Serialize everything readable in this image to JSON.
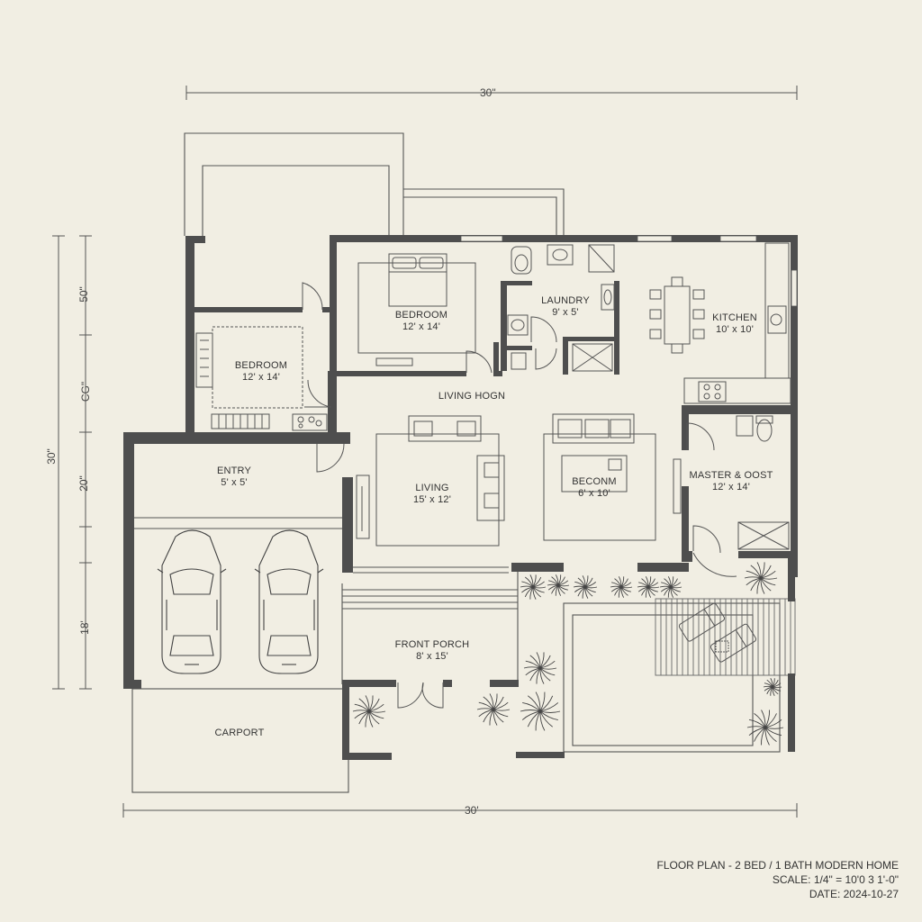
{
  "dimensions": {
    "top": "30\"",
    "bottom": "30'",
    "left_overall": "30\"",
    "left_segments": [
      "50\"",
      "CG\"",
      "20\"",
      "18'"
    ]
  },
  "rooms": {
    "bedroom_upper": {
      "name": "BEDROOM",
      "size": "12' x 14'"
    },
    "laundry": {
      "name": "LAUNDRY",
      "size": "9' x 5'"
    },
    "kitchen": {
      "name": "KITCHEN",
      "size": "10' x 10'"
    },
    "bedroom_left": {
      "name": "BEDROOM",
      "size": "12' x 14'"
    },
    "living_room_hall": {
      "name": "LIVING HOGN"
    },
    "entry": {
      "name": "ENTRY",
      "size": "5' x 5'"
    },
    "living": {
      "name": "LIVING",
      "size": "15' x 12'"
    },
    "beconm": {
      "name": "BECONM",
      "size": "6' x 10'"
    },
    "master": {
      "name": "MASTER & OOST",
      "size": "12' x 14'"
    },
    "front_porch": {
      "name": "FRONT PORCH",
      "size": "8' x 15'"
    },
    "carport": {
      "name": "CARPORT"
    }
  },
  "title_block": {
    "title": "FLOOR PLAN - 2 BED / 1 BATH MODERN HOME",
    "scale": "SCALE: 1/4\" = 10'0 3 1'-0\"",
    "date": "DATE: 2024-10-27"
  }
}
